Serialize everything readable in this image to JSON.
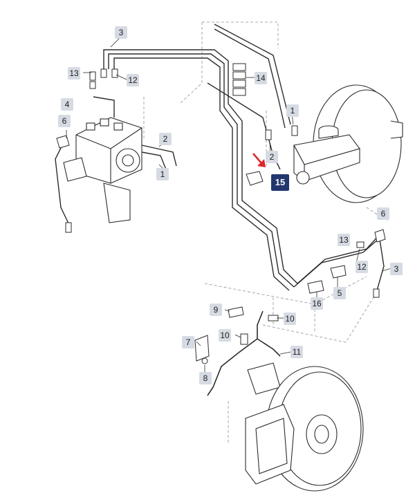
{
  "accent_color": "#23366d",
  "arrow_color": "#e0262b",
  "callouts": [
    "3",
    "13",
    "12",
    "4",
    "6",
    "2",
    "1",
    "14",
    "1",
    "2",
    "15",
    "6",
    "13",
    "12",
    "3",
    "5",
    "16",
    "9",
    "10",
    "10",
    "7",
    "11",
    "8"
  ]
}
